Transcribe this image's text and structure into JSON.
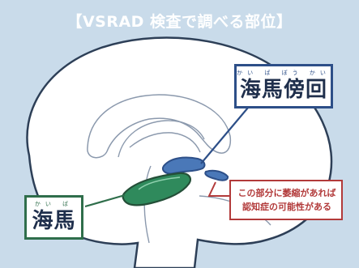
{
  "title": "【VSRAD 検査で調べる部位】",
  "labels": {
    "parahippocampal": {
      "ruby": "かい ば ぼう かい",
      "text": "海馬傍回"
    },
    "hippocampus": {
      "ruby": "かい ば",
      "text": "海馬"
    }
  },
  "note": {
    "line1": "この部分に萎縮があれば",
    "line2": "認知症の可能性がある"
  },
  "colors": {
    "background": "#c9dbea",
    "parahippocampal": "#4a78b8",
    "hippocampus": "#2f8a5c",
    "note": "#b23a3a"
  }
}
